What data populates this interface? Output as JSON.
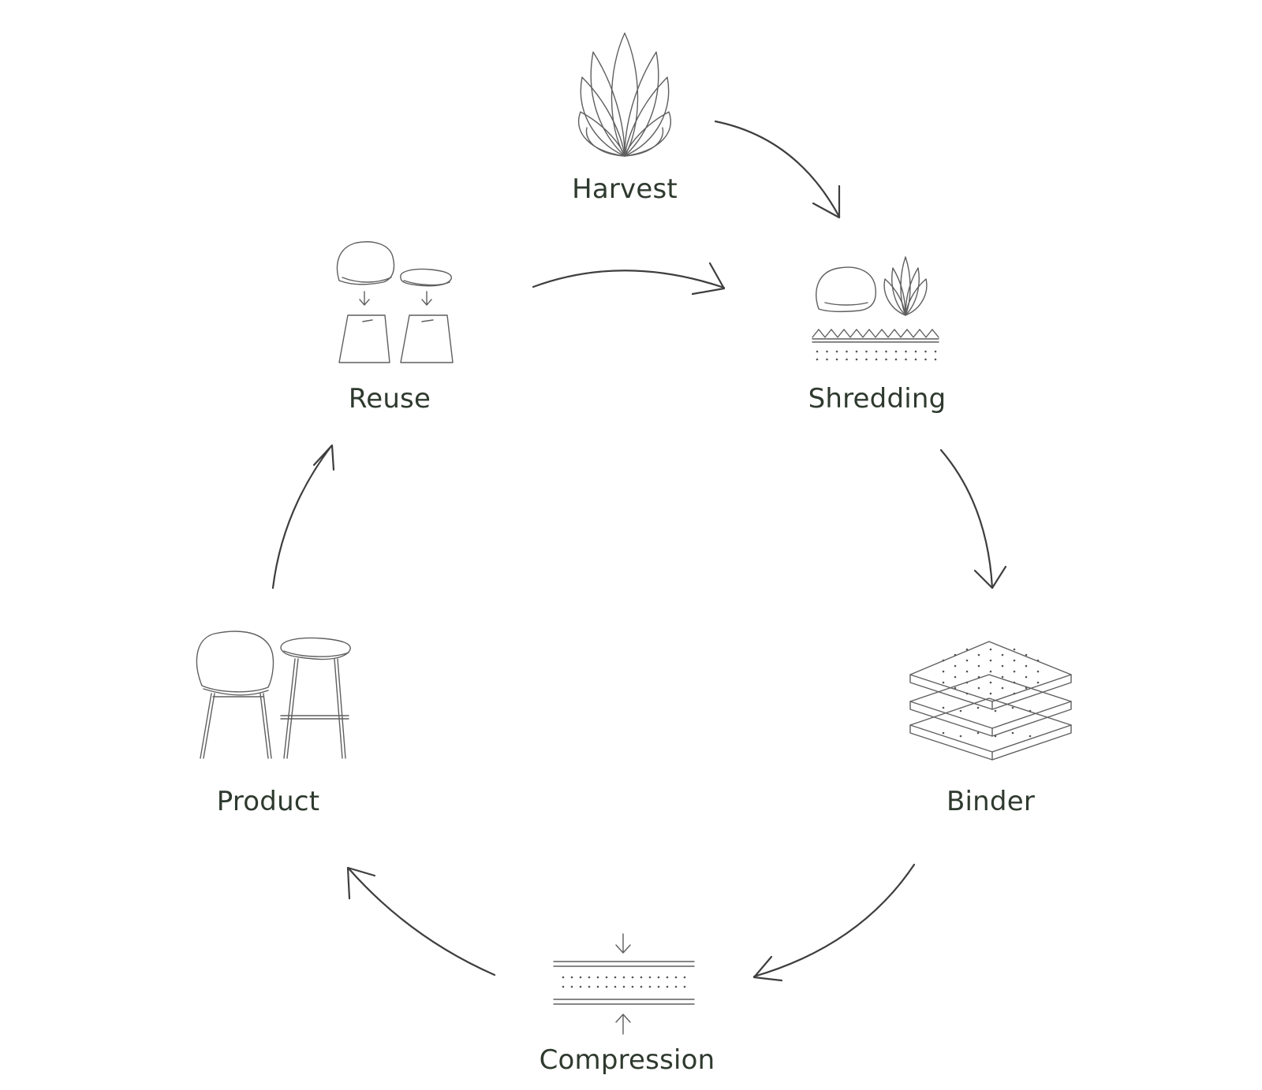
{
  "diagram": {
    "steps": [
      {
        "id": "harvest",
        "label": "Harvest",
        "icon": "plant-icon"
      },
      {
        "id": "shredding",
        "label": "Shredding",
        "icon": "shredding-icon"
      },
      {
        "id": "binder",
        "label": "Binder",
        "icon": "stacked-boards-icon"
      },
      {
        "id": "compression",
        "label": "Compression",
        "icon": "press-icon"
      },
      {
        "id": "product",
        "label": "Product",
        "icon": "chair-and-stool-icon"
      },
      {
        "id": "reuse",
        "label": "Reuse",
        "icon": "reuse-icon"
      }
    ],
    "colors": {
      "label": "#2f3a2f",
      "line": "#5f5f5f",
      "arrow": "#3e3e3e",
      "background": "#ffffff"
    }
  }
}
